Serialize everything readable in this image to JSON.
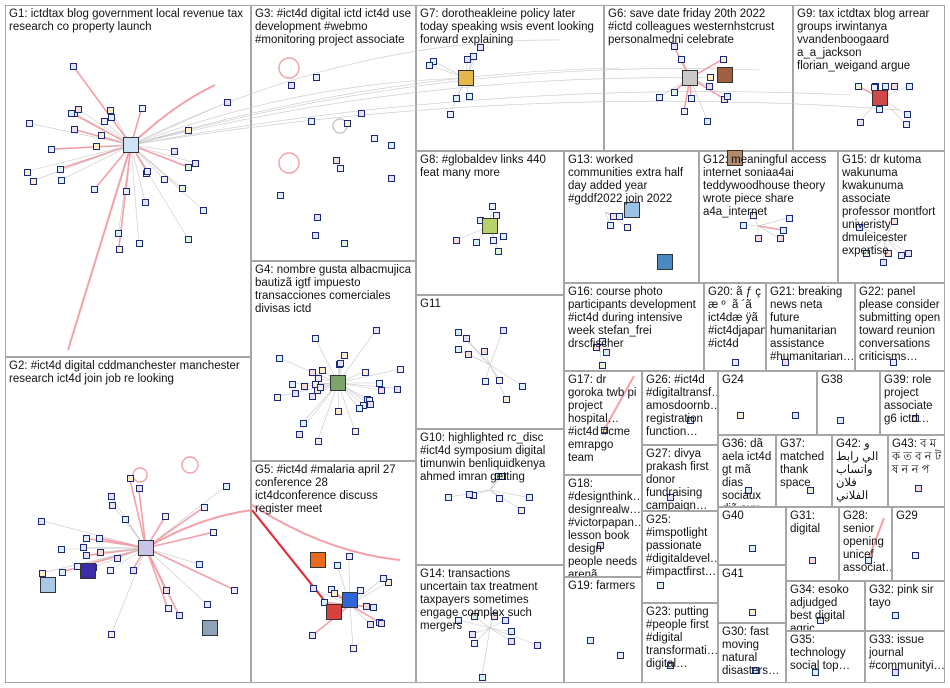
{
  "colors": {
    "panel_border": "#a6a6a6",
    "edge_gray": "#c8c8c8",
    "edge_pink": "#f3a0a8",
    "edge_red": "#e0303c",
    "node_border": "#1b2a78"
  },
  "groups": [
    {
      "id": "G1",
      "label": "G1: ictdtax blog government local revenue tax research co property launch"
    },
    {
      "id": "G2",
      "label": "G2: #ict4d digital cddmanchester manchester research ict4d join job re looking"
    },
    {
      "id": "G3",
      "label": "G3: #ict4d digital ictd ict4d use development #webmo #monitoring project associate"
    },
    {
      "id": "G4",
      "label": "G4: nombre gusta albacmujica bautizã igtf impuesto transacciones comerciales divisas ictd"
    },
    {
      "id": "G5",
      "label": "G5: #ict4d #malaria april 27 conference 28 ict4dconference discuss register meet"
    },
    {
      "id": "G6",
      "label": "G6: save date friday 20th 2022 #ictd colleagues westernhstcrust personalmedni celebrate"
    },
    {
      "id": "G7",
      "label": "G7: dorotheakleine policy later today speaking wsis event looking forward explaining"
    },
    {
      "id": "G8",
      "label": "G8: #globaldev links 440 feat many more"
    },
    {
      "id": "G9",
      "label": "G9: tax ictdtax blog arrear groups irwintanya vvandenboogaard a_a_jackson florian_weigand argue"
    },
    {
      "id": "G10",
      "label": "G10: highlighted rc_disc #ict4d symposium digital timunwin benliquidkenya ahmed imran getting"
    },
    {
      "id": "G11",
      "label": "G11"
    },
    {
      "id": "G12",
      "label": "G12: meaningful access internet soniaa4ai teddywoodhouse theory wrote piece share a4a_internet"
    },
    {
      "id": "G13",
      "label": "G13: worked communities extra half day added year #gddf2022 join 2022"
    },
    {
      "id": "G14",
      "label": "G14: transactions uncertain tax treatment taxpayers sometimes engage complex such mergers"
    },
    {
      "id": "G15",
      "label": "G15: dr kutoma wakunuma kwakunuma associate professor montfort univeristy dmuleicester expertise"
    },
    {
      "id": "G16",
      "label": "G16: course photo participants development #ict4d during intensive week stefan_frei drscfischer"
    },
    {
      "id": "G17",
      "label": "G17: dr goroka twb pi project hospital… #ict4d #cme emrapgo team"
    },
    {
      "id": "G18",
      "label": "G18: #designthink… designrealw… #victorpapan… lesson book design people needs arenã…"
    },
    {
      "id": "G19",
      "label": "G19: farmers"
    },
    {
      "id": "G20",
      "label": "G20: ã ƒ ç æ º ­ ã ´ã ict4dæ ÿã #ict4djapan #ict4d"
    },
    {
      "id": "G21",
      "label": "G21: breaking news neta future humanitarian assistance #humanitarian…"
    },
    {
      "id": "G22",
      "label": "G22: panel please consider submitting open toward reunion conversations criticisms…"
    },
    {
      "id": "G23",
      "label": "G23: putting #people first #digital transformati… digital…"
    },
    {
      "id": "G24",
      "label": "G24"
    },
    {
      "id": "G25",
      "label": "G25: #imspotlight passionate #digitaldevel… #impactfirst…"
    },
    {
      "id": "G26",
      "label": "G26: #ict4d #digitaltransf… amosdoornb… registration function…"
    },
    {
      "id": "G27",
      "label": "G27: divya prakash first donor fundraising campaign…"
    },
    {
      "id": "G28",
      "label": "G28: senior opening unicef associat…"
    },
    {
      "id": "G29",
      "label": "G29"
    },
    {
      "id": "G30",
      "label": "G30: fast moving natural disasters…"
    },
    {
      "id": "G31",
      "label": "G31: digital"
    },
    {
      "id": "G32",
      "label": "G32: pink sir tayo"
    },
    {
      "id": "G33",
      "label": "G33: issue journal #communityi…"
    },
    {
      "id": "G34",
      "label": "G34: esoko adjudged best digital agric…"
    },
    {
      "id": "G35",
      "label": "G35: technology social top…"
    },
    {
      "id": "G36",
      "label": "G36: dã aela ict4d gt mã dias sociaux diã aux…"
    },
    {
      "id": "G37",
      "label": "G37: matched thank space"
    },
    {
      "id": "G38",
      "label": "G38"
    },
    {
      "id": "G39",
      "label": "G39: role project associate g6 ictd…"
    },
    {
      "id": "G40",
      "label": "G40"
    },
    {
      "id": "G41",
      "label": "G41"
    },
    {
      "id": "G42",
      "label": "G42: و الي رابط واتساب فلان الفلاني"
    },
    {
      "id": "G43",
      "label": "G43: ব ম ক ত ব ন ট ষ ন ন প"
    }
  ]
}
